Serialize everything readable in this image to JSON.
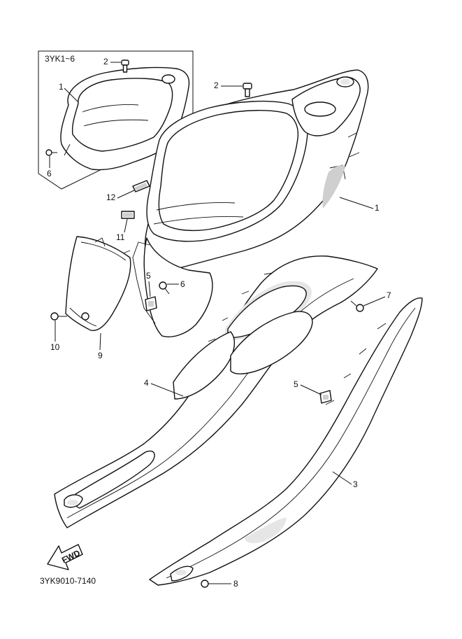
{
  "inset": {
    "title": "3YK1~6"
  },
  "fwd_label": "FWD",
  "diagram_code": "3YK9010-7140",
  "callouts": {
    "inset_2": "2",
    "inset_1": "1",
    "inset_6": "6",
    "c2": "2",
    "c1": "1",
    "c12": "12",
    "c11": "11",
    "c5a": "5",
    "c6": "6",
    "c10": "10",
    "c9": "9",
    "c7": "7",
    "c4": "4",
    "c5b": "5",
    "c3": "3",
    "c8": "8"
  }
}
